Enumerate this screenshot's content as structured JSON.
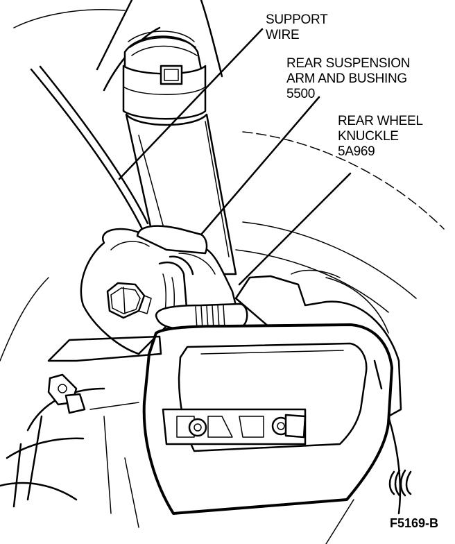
{
  "callouts": {
    "support_wire": [
      "SUPPORT",
      "WIRE"
    ],
    "suspension_arm": [
      "REAR SUSPENSION",
      "ARM AND BUSHING",
      "5500"
    ],
    "wheel_knuckle": [
      "REAR WHEEL",
      "KNUCKLE",
      "5A969"
    ]
  },
  "figure_id": "F5169-B",
  "colors": {
    "ink": "#000000",
    "paper": "#ffffff"
  }
}
